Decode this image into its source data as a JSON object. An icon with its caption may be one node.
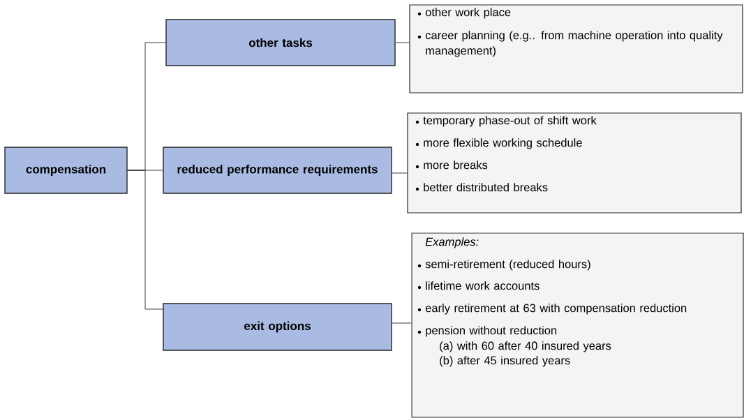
{
  "diagram": {
    "nodes": [
      {
        "text": [
          "compensation"
        ]
      },
      {
        "text": [
          "other tasks"
        ]
      },
      {
        "text": [
          "other work place",
          "career planning (e.g.. from machine operation into quality management)"
        ]
      },
      {
        "text": [
          "reduced performance requirements"
        ]
      },
      {
        "text": [
          "temporary phase-out of shift work",
          "more flexible working schedule",
          "more breaks",
          "better distributed breaks"
        ]
      },
      {
        "text": [
          "exit options"
        ]
      },
      {
        "text": [
          "Examples:",
          "semi-retirement (reduced hours)",
          "lifetime work accounts",
          "early retirement at 63 with compensation reduction",
          "pension without reduction",
          "(a) with 60 after 40 insured years",
          "(b) after 45 insured years"
        ]
      }
    ],
    "edges": [
      {
        "from": 0,
        "to": 1,
        "arrow": "none"
      },
      {
        "from": 0,
        "to": 3,
        "arrow": "none"
      },
      {
        "from": 0,
        "to": 5,
        "arrow": "none"
      },
      {
        "from": 1,
        "to": 2,
        "arrow": "none"
      },
      {
        "from": 3,
        "to": 4,
        "arrow": "none"
      },
      {
        "from": 5,
        "to": 6,
        "arrow": "none"
      }
    ]
  }
}
